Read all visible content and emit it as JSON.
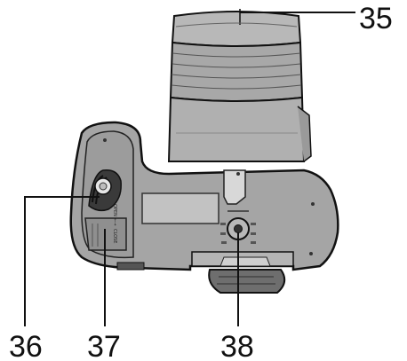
{
  "callouts": [
    {
      "id": "35",
      "label": "35",
      "target": "lens-front-ring"
    },
    {
      "id": "36",
      "label": "36",
      "target": "card-battery-door-latch"
    },
    {
      "id": "37",
      "label": "37",
      "target": "card-battery-door"
    },
    {
      "id": "38",
      "label": "38",
      "target": "tripod-receptacle"
    }
  ],
  "door_marking": {
    "left": "OPEN",
    "arrow": "←→",
    "right": "CLOSE"
  },
  "colors": {
    "body_gray": "#a5a5a5",
    "body_dark": "#7a7a7a",
    "outline": "#111111",
    "background": "#ffffff"
  }
}
